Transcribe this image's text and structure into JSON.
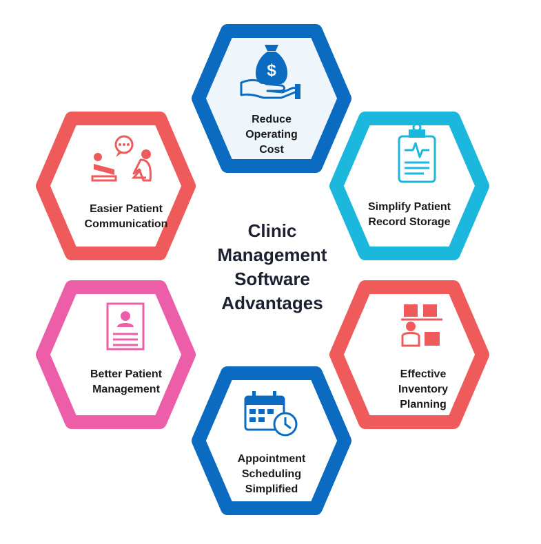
{
  "title_lines": [
    "Clinic",
    "Management",
    "Software",
    "Advantages"
  ],
  "colors": {
    "blue": "#0a6bc1",
    "cyan": "#1bb7dc",
    "red": "#ef5a5a",
    "pink": "#ec5ea8",
    "inner_fill": "#eef5fb"
  },
  "advantages": [
    {
      "id": "reduce-cost",
      "lines": [
        "Reduce",
        "Operating",
        "Cost"
      ],
      "color": "blue",
      "icon": "money-bag-hand-icon"
    },
    {
      "id": "record-storage",
      "lines": [
        "Simplify Patient",
        "Record Storage"
      ],
      "color": "cyan",
      "icon": "clipboard-heartbeat-icon"
    },
    {
      "id": "inventory",
      "lines": [
        "Effective",
        "Inventory",
        "Planning"
      ],
      "color": "red",
      "icon": "warehouse-boxes-icon"
    },
    {
      "id": "scheduling",
      "lines": [
        "Appointment",
        "Scheduling",
        "Simplified"
      ],
      "color": "blue",
      "icon": "calendar-clock-icon"
    },
    {
      "id": "patient-management",
      "lines": [
        "Better Patient",
        "Management"
      ],
      "color": "pink",
      "icon": "patient-profile-icon"
    },
    {
      "id": "communication",
      "lines": [
        "Easier Patient",
        "Communication"
      ],
      "color": "red",
      "icon": "doctor-patient-chat-icon"
    }
  ]
}
